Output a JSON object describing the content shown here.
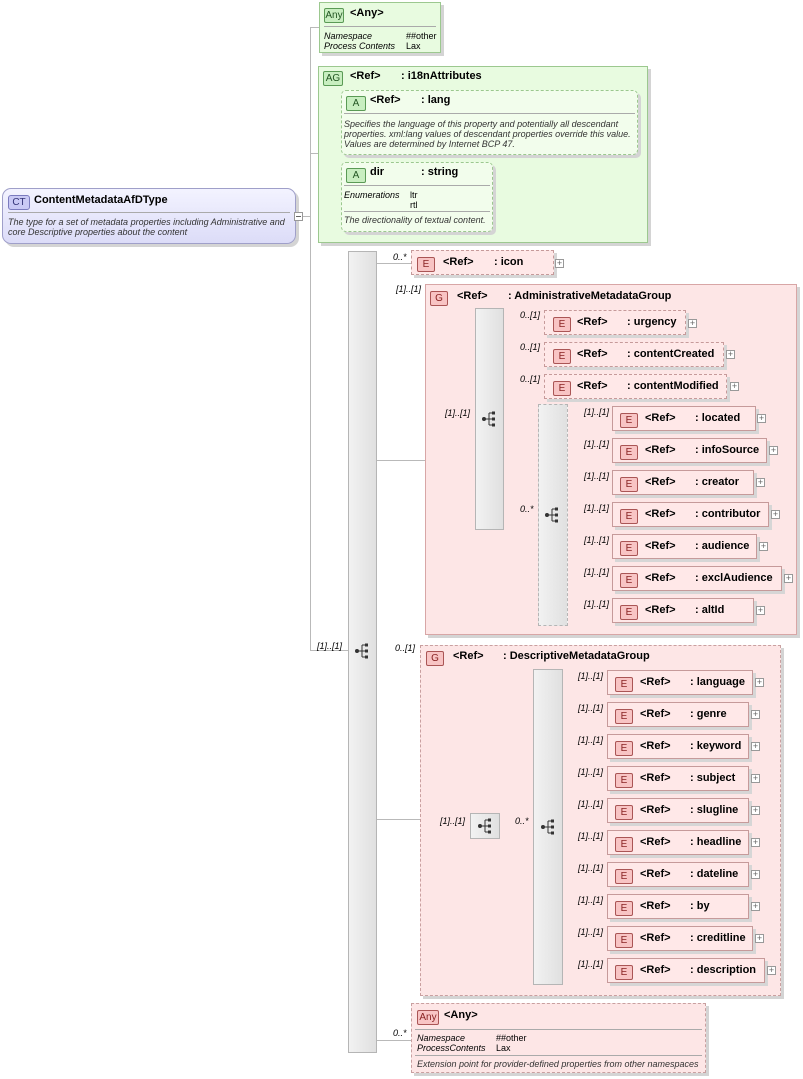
{
  "complex_type": {
    "badge": "CT",
    "name": "ContentMetadataAfDType",
    "doc": "The type for a  set of metadata properties including Administrative and core Descriptive properties about the content"
  },
  "any_top": {
    "badge": "Any",
    "title": "<Any>",
    "props": [
      {
        "k": "Namespace",
        "v": "##other"
      },
      {
        "k": "Process Contents",
        "v": "Lax"
      }
    ]
  },
  "attr_group": {
    "badge": "AG",
    "ref": "<Ref>",
    "name": ": i18nAttributes",
    "lang": {
      "badge": "A",
      "ref": "<Ref>",
      "name": ": lang",
      "doc": "Specifies the language of this property and potentially all descendant properties. xml:lang values of descendant properties override this value. Values are determined by Internet BCP 47."
    },
    "dir": {
      "badge": "A",
      "name": "dir",
      "type": ": string",
      "enum_label": "Enumerations",
      "enum_values": "ltr\nrtl",
      "doc": "The directionality of textual content."
    }
  },
  "icon_el": {
    "badge": "E",
    "ref": "<Ref>",
    "name": ": icon",
    "occ": "0..*"
  },
  "admin_group": {
    "badge": "G",
    "ref": "<Ref>",
    "name": ": AdministrativeMetadataGroup",
    "occ": "[1]..[1]",
    "seq_occ": "[1]..[1]",
    "optional": [
      {
        "ref": "<Ref>",
        "name": ": urgency",
        "occ": "0..[1]"
      },
      {
        "ref": "<Ref>",
        "name": ": contentCreated",
        "occ": "0..[1]"
      },
      {
        "ref": "<Ref>",
        "name": ": contentModified",
        "occ": "0..[1]"
      }
    ],
    "choice_occ": "0..*",
    "choice": [
      {
        "ref": "<Ref>",
        "name": ": located",
        "occ": "[1]..[1]"
      },
      {
        "ref": "<Ref>",
        "name": ": infoSource",
        "occ": "[1]..[1]"
      },
      {
        "ref": "<Ref>",
        "name": ": creator",
        "occ": "[1]..[1]"
      },
      {
        "ref": "<Ref>",
        "name": ": contributor",
        "occ": "[1]..[1]"
      },
      {
        "ref": "<Ref>",
        "name": ": audience",
        "occ": "[1]..[1]"
      },
      {
        "ref": "<Ref>",
        "name": ": exclAudience",
        "occ": "[1]..[1]"
      },
      {
        "ref": "<Ref>",
        "name": ": altId",
        "occ": "[1]..[1]"
      }
    ]
  },
  "main_seq_occ": "[1]..[1]",
  "desc_group": {
    "badge": "G",
    "ref": "<Ref>",
    "name": ": DescriptiveMetadataGroup",
    "occ": "0..[1]",
    "seq_occ": "[1]..[1]",
    "choice_occ": "0..*",
    "items": [
      {
        "ref": "<Ref>",
        "name": ": language",
        "occ": "[1]..[1]"
      },
      {
        "ref": "<Ref>",
        "name": ": genre",
        "occ": "[1]..[1]"
      },
      {
        "ref": "<Ref>",
        "name": ": keyword",
        "occ": "[1]..[1]"
      },
      {
        "ref": "<Ref>",
        "name": ": subject",
        "occ": "[1]..[1]"
      },
      {
        "ref": "<Ref>",
        "name": ": slugline",
        "occ": "[1]..[1]"
      },
      {
        "ref": "<Ref>",
        "name": ": headline",
        "occ": "[1]..[1]"
      },
      {
        "ref": "<Ref>",
        "name": ": dateline",
        "occ": "[1]..[1]"
      },
      {
        "ref": "<Ref>",
        "name": ": by",
        "occ": "[1]..[1]"
      },
      {
        "ref": "<Ref>",
        "name": ": creditline",
        "occ": "[1]..[1]"
      },
      {
        "ref": "<Ref>",
        "name": ": description",
        "occ": "[1]..[1]"
      }
    ]
  },
  "any_bottom": {
    "badge": "Any",
    "title": "<Any>",
    "occ": "0..*",
    "props": [
      {
        "k": "Namespace",
        "v": "##other"
      },
      {
        "k": "ProcessContents",
        "v": "Lax"
      }
    ],
    "doc": "Extension point for provider-defined properties from other namespaces"
  }
}
